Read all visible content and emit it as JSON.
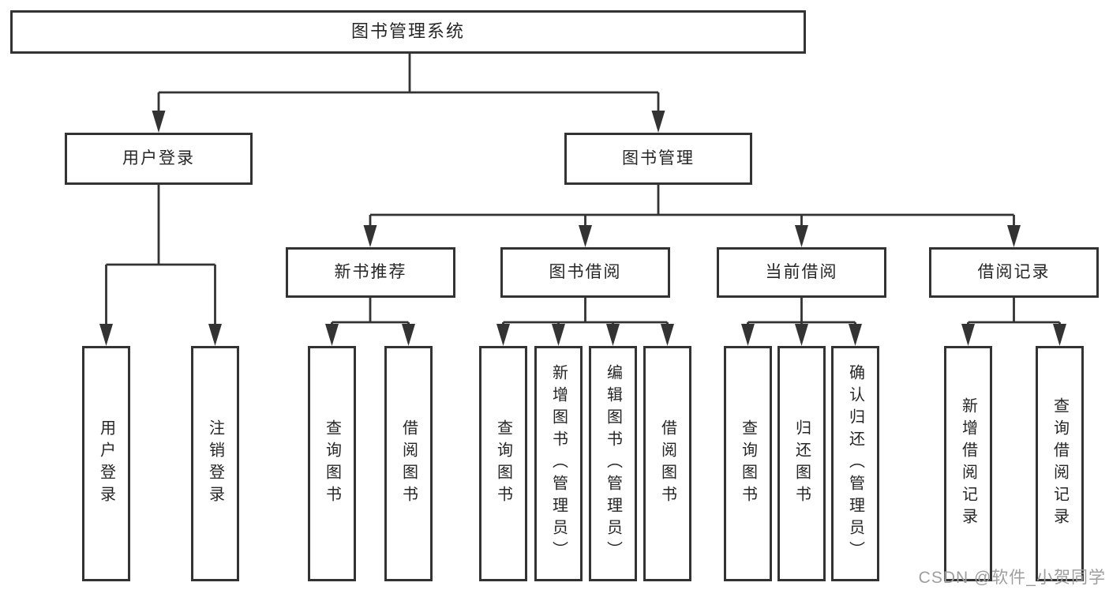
{
  "tree": {
    "root": "图书管理系统",
    "branches": [
      {
        "label": "用户登录",
        "children": [
          "用户登录",
          "注销登录"
        ]
      },
      {
        "label": "图书管理",
        "groups": [
          {
            "label": "新书推荐",
            "items": [
              "查询图书",
              "借阅图书"
            ]
          },
          {
            "label": "图书借阅",
            "items": [
              "查询图书",
              "新增图书（管理员）",
              "编辑图书（管理员）",
              "借阅图书"
            ]
          },
          {
            "label": "当前借阅",
            "items": [
              "查询图书",
              "归还图书",
              "确认归还（管理员）"
            ]
          },
          {
            "label": "借阅记录",
            "items": [
              "新增借阅记录",
              "查询借阅记录"
            ]
          }
        ]
      }
    ]
  },
  "watermark": "CSDN @软件_小贺同学",
  "colors": {
    "line": "#333333",
    "box_border": "#333333",
    "box_background": "#ffffff",
    "text": "#262626",
    "watermark": "#9e9e9e",
    "page_background": "#ffffff"
  }
}
